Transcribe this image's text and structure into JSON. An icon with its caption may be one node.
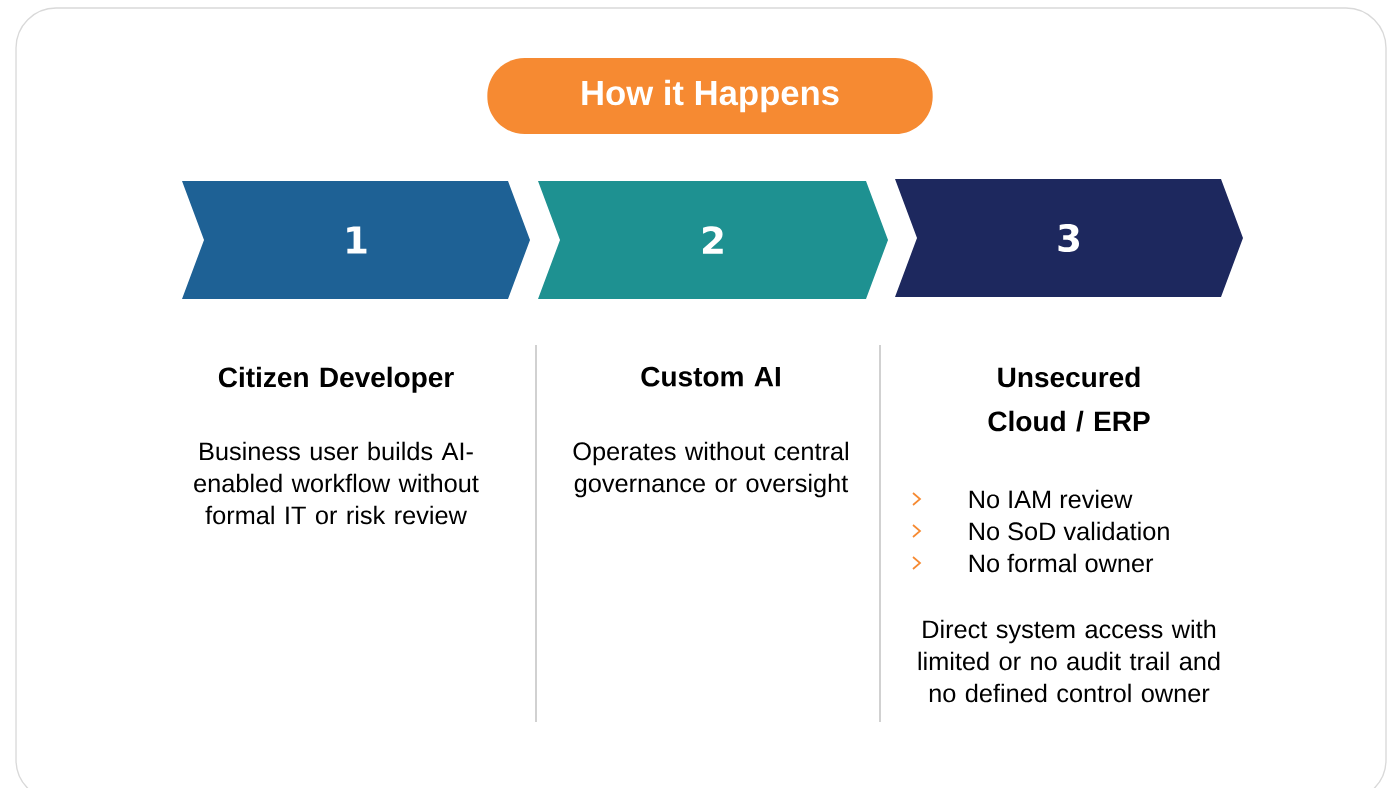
{
  "diagram": {
    "title": "How it Happens",
    "nodes": [
      {
        "text": [
          "1"
        ],
        "beside": [
          "Citizen Developer",
          "Business user builds AI-enabled workflow without formal IT or risk review"
        ]
      },
      {
        "text": [
          "2"
        ],
        "beside": [
          "Custom AI",
          "Operates without central governance or oversight"
        ]
      },
      {
        "text": [
          "3"
        ],
        "beside": [
          "Unsecured Cloud / ERP",
          "No IAM review",
          "No SoD validation",
          "No formal owner",
          "Direct system access with limited or no audit trail and no defined control owner"
        ]
      }
    ]
  }
}
